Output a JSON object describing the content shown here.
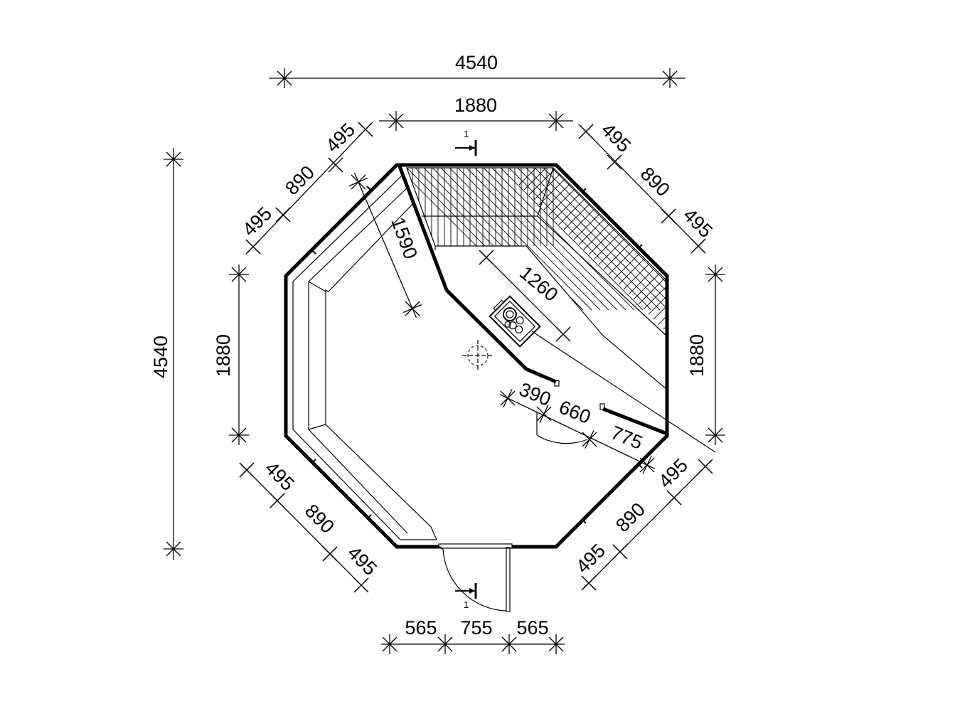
{
  "dimensions": {
    "overall_width": "4540",
    "top_side": "1880",
    "top_left_diag": "495",
    "top_right_diag": "495",
    "left_upper_diag_a": "890",
    "left_upper_diag_b": "495",
    "right_upper_diag_a": "890",
    "right_upper_diag_b": "495",
    "overall_height": "4540",
    "left_side": "1880",
    "right_side": "1880",
    "bench_diag": "1590",
    "stove_diag": "1260",
    "partition_a": "390",
    "partition_b": "660",
    "partition_c": "775",
    "left_lower_diag_a": "495",
    "left_lower_diag_b": "890",
    "left_lower_diag_c": "495",
    "right_lower_diag_a": "495",
    "right_lower_diag_b": "890",
    "right_lower_diag_c": "495",
    "bottom_a": "565",
    "bottom_b": "755",
    "bottom_c": "565"
  },
  "section_marks": {
    "top": "1",
    "bottom": "1"
  }
}
